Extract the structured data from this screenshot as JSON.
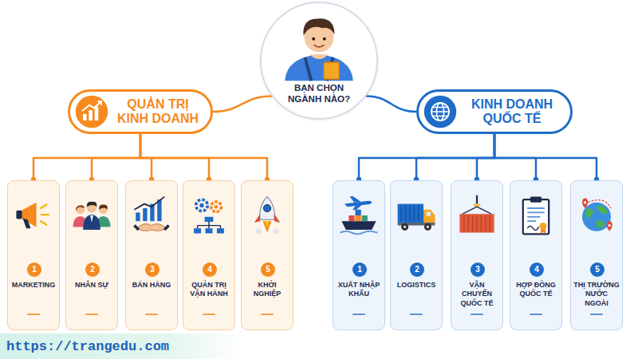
{
  "diagram": {
    "nodes": [
      {
        "text": [
          "BẠN CHỌN NGÀNH NÀO?"
        ]
      },
      {
        "text": [
          "QUẢN TRỊ KINH DOANH"
        ]
      },
      {
        "text": [
          "MARKETING"
        ]
      },
      {
        "text": [
          "1"
        ],
        "in": 2
      },
      {
        "text": [
          "NHÂN SỰ"
        ]
      },
      {
        "text": [
          "2"
        ],
        "in": 4
      },
      {
        "text": [
          "BÁN HÀNG"
        ]
      },
      {
        "text": [
          "3"
        ],
        "in": 6
      },
      {
        "text": [
          "QUẢN TRỊ VẬN HÀNH"
        ]
      },
      {
        "text": [
          "4"
        ],
        "in": 8
      },
      {
        "text": [
          "KHỞI NGHIỆP"
        ]
      },
      {
        "text": [
          "5"
        ],
        "in": 10
      },
      {
        "text": [
          "KINH DOANH QUỐC TẾ"
        ]
      },
      {
        "text": [
          "XUẤT NHẬP KHẨU"
        ]
      },
      {
        "text": [
          "1"
        ],
        "in": 13
      },
      {
        "text": [
          "LOGISTICS"
        ]
      },
      {
        "text": [
          "2"
        ],
        "in": 15
      },
      {
        "text": [
          "VẬN CHUYỂN QUỐC TẾ"
        ]
      },
      {
        "text": [
          "3"
        ],
        "in": 17
      },
      {
        "text": [
          "HỢP ĐỒNG QUỐC TẾ"
        ]
      },
      {
        "text": [
          "4"
        ],
        "in": 19
      },
      {
        "text": [
          "THỊ TRƯỜNG NƯỚC NGOÀI"
        ]
      },
      {
        "text": [
          "5"
        ],
        "in": 21
      }
    ],
    "edges": [
      {
        "from": 0,
        "to": 1,
        "arrow": "none"
      },
      {
        "from": 0,
        "to": 12,
        "arrow": "none"
      },
      {
        "from": 1,
        "to": 2,
        "arrow": "none"
      },
      {
        "from": 1,
        "to": 4,
        "arrow": "none"
      },
      {
        "from": 1,
        "to": 6,
        "arrow": "none"
      },
      {
        "from": 1,
        "to": 8,
        "arrow": "none"
      },
      {
        "from": 1,
        "to": 10,
        "arrow": "none"
      },
      {
        "from": 12,
        "to": 13,
        "arrow": "none"
      },
      {
        "from": 12,
        "to": 15,
        "arrow": "none"
      },
      {
        "from": 12,
        "to": 17,
        "arrow": "none"
      },
      {
        "from": 12,
        "to": 19,
        "arrow": "none"
      },
      {
        "from": 12,
        "to": 21,
        "arrow": "none"
      }
    ],
    "labels": [
      "https://trangedu.com"
    ]
  }
}
